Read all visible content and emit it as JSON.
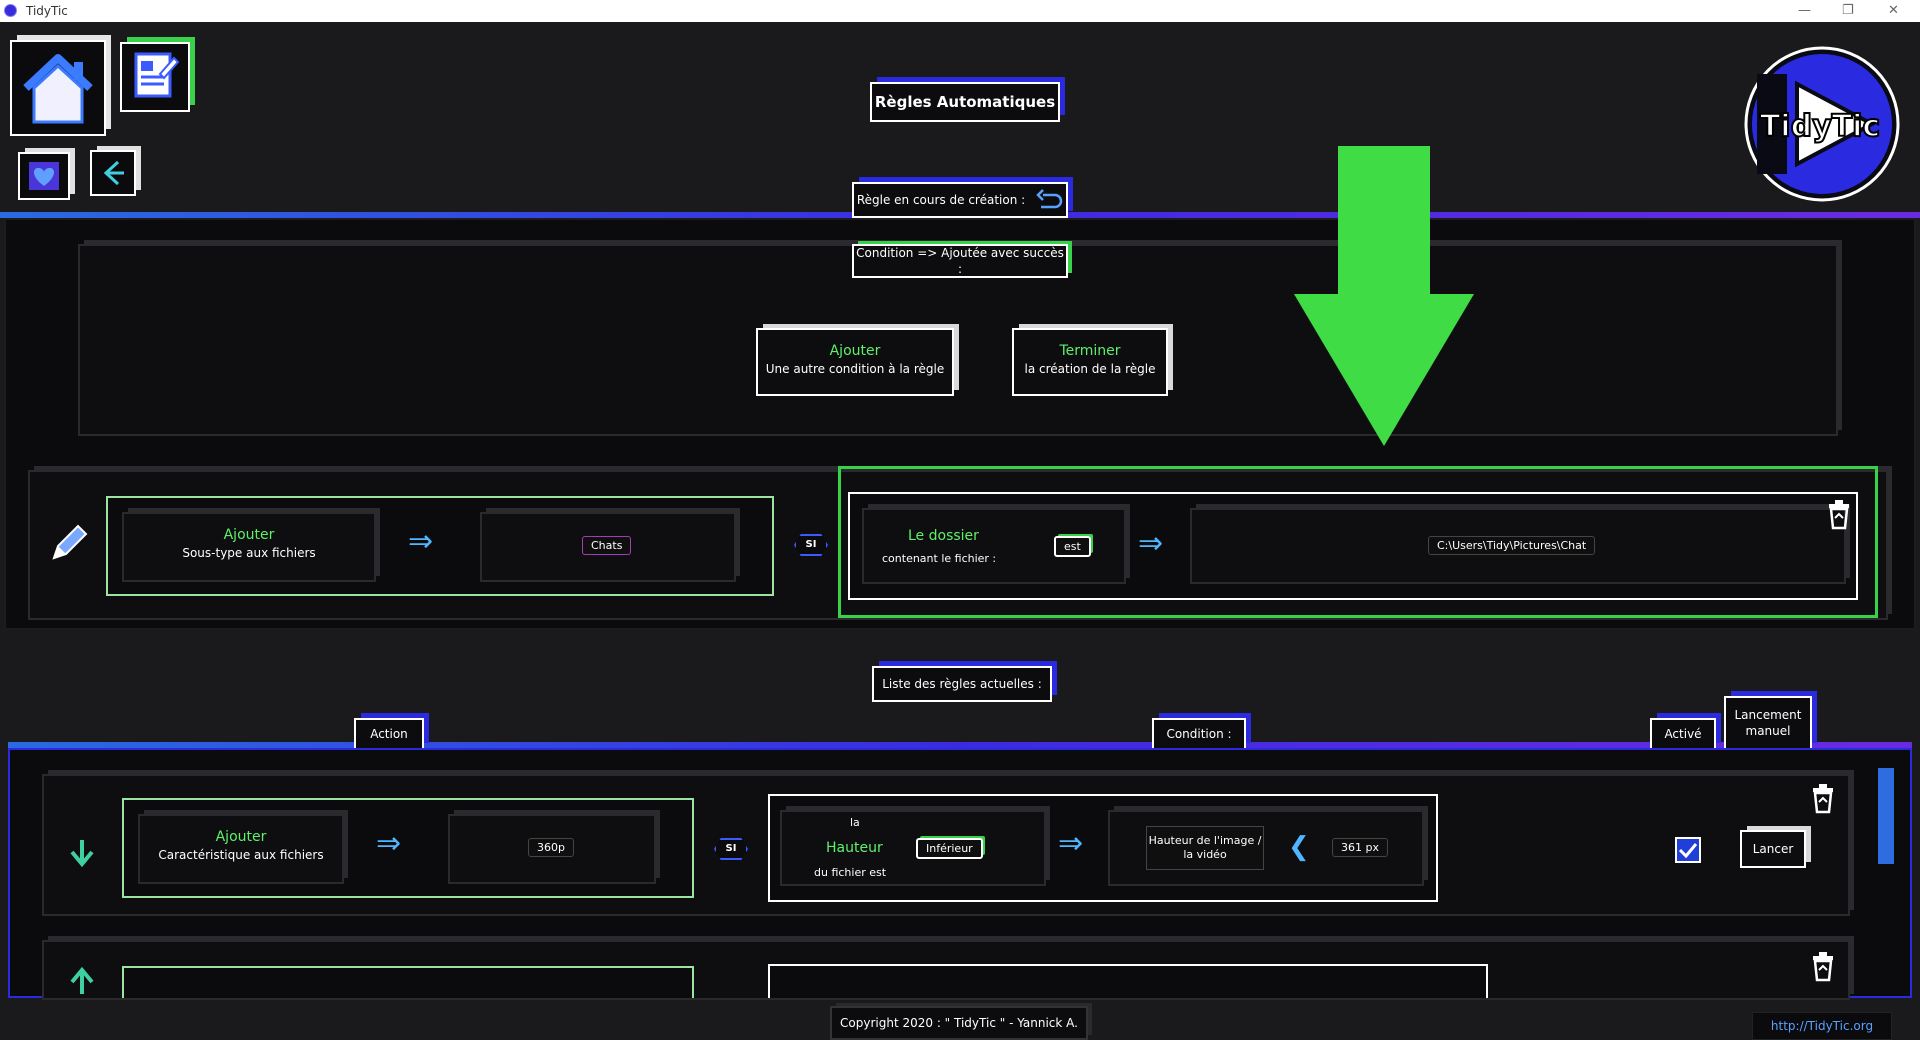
{
  "window": {
    "title": "TidyTic",
    "controls": [
      "—",
      "❐",
      "✕"
    ]
  },
  "header": {
    "title": "Règles Automatiques",
    "logo_text": "TidyTic"
  },
  "creation": {
    "section_label": "Règle en cours de création :",
    "condition_label": "Condition => Ajoutée avec succès :",
    "add_title": "Ajouter",
    "add_sub": "Une autre condition à la règle",
    "finish_title": "Terminer",
    "finish_sub": "la création de la règle",
    "action_title": "Ajouter",
    "action_sub": "Sous-type aux fichiers",
    "action_value": "Chats",
    "si": "SI",
    "cond_title": "Le dossier",
    "cond_sub": "contenant le fichier :",
    "cond_op": "est",
    "cond_value": "C:\\Users\\Tidy\\Pictures\\Chat"
  },
  "list": {
    "section_label": "Liste des règles actuelles :",
    "col_action": "Action",
    "col_condition": "Condition :",
    "col_active": "Activé",
    "col_manual": "Lancement manuel",
    "rule1": {
      "action_title": "Ajouter",
      "action_sub": "Caractéristique aux fichiers",
      "action_value": "360p",
      "si": "SI",
      "cond_pre": "la",
      "cond_title": "Hauteur",
      "cond_sub": "du fichier est",
      "cond_op": "Inférieur",
      "cond_target": "Hauteur de l'image / la vidéo",
      "cond_value": "361 px",
      "run": "Lancer"
    }
  },
  "footer": {
    "copyright": "Copyright 2020 : \" TidyTic \" - Yannick A.",
    "url": "http://TidyTic.org"
  },
  "colors": {
    "accent_blue": "#2a2be0",
    "accent_green": "#37d24a",
    "highlight_arrow": "#3fdc46"
  }
}
